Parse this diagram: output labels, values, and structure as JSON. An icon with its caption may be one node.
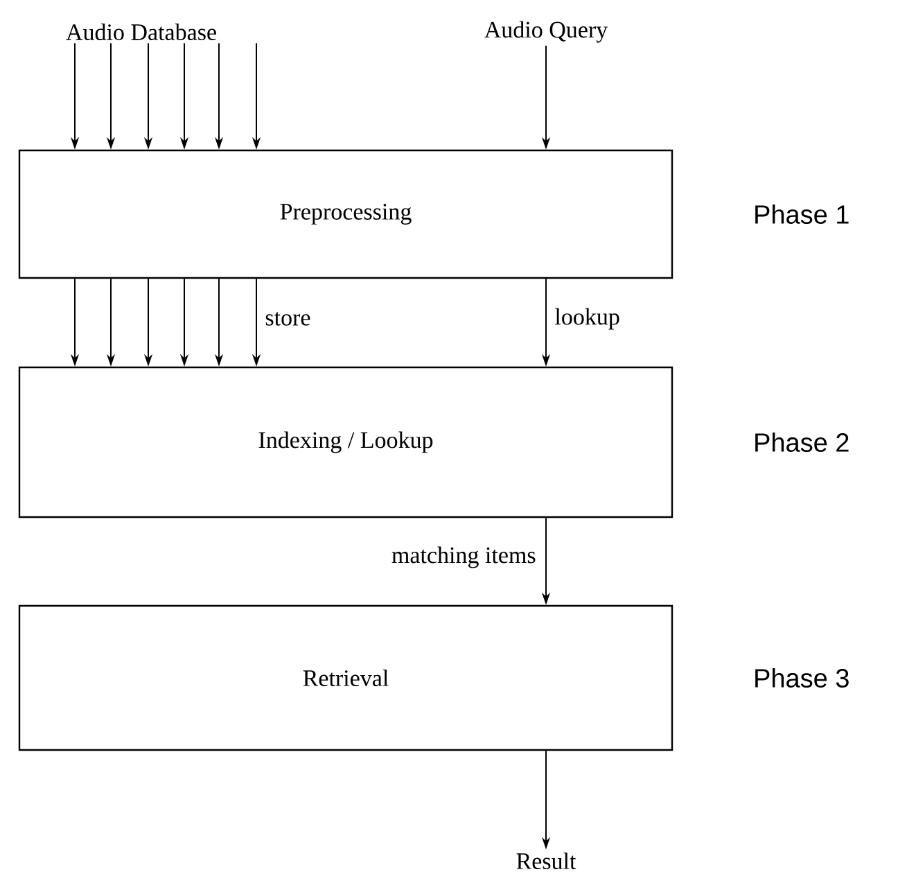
{
  "diagram": {
    "nodes": [
      {
        "text": [
          "Audio Database"
        ]
      },
      {
        "text": [
          "Audio Query"
        ]
      },
      {
        "text": [
          "Preprocessing"
        ],
        "beside": [
          "Phase 1"
        ]
      },
      {
        "text": [
          "Indexing / Lookup"
        ],
        "beside": [
          "Phase 2"
        ]
      },
      {
        "text": [
          "Retrieval"
        ],
        "beside": [
          "Phase 3"
        ]
      },
      {
        "text": [
          "Result"
        ]
      }
    ],
    "edges": [
      {
        "from": 0,
        "to": 2,
        "arrow": "to"
      },
      {
        "from": 0,
        "to": 2,
        "arrow": "to"
      },
      {
        "from": 0,
        "to": 2,
        "arrow": "to"
      },
      {
        "from": 0,
        "to": 2,
        "arrow": "to"
      },
      {
        "from": 0,
        "to": 2,
        "arrow": "to"
      },
      {
        "from": 0,
        "to": 2,
        "arrow": "to"
      },
      {
        "from": 1,
        "to": 2,
        "arrow": "to"
      },
      {
        "from": 2,
        "to": 3,
        "arrow": "to"
      },
      {
        "from": 2,
        "to": 3,
        "arrow": "to"
      },
      {
        "from": 2,
        "to": 3,
        "arrow": "to"
      },
      {
        "from": 2,
        "to": 3,
        "arrow": "to"
      },
      {
        "from": 2,
        "to": 3,
        "arrow": "to"
      },
      {
        "from": 2,
        "to": 3,
        "arrow": "to",
        "label": "store"
      },
      {
        "from": 2,
        "to": 3,
        "arrow": "to",
        "label": "lookup"
      },
      {
        "from": 3,
        "to": 4,
        "arrow": "to",
        "label": "matching items"
      },
      {
        "from": 4,
        "to": 5,
        "arrow": "to"
      }
    ]
  }
}
